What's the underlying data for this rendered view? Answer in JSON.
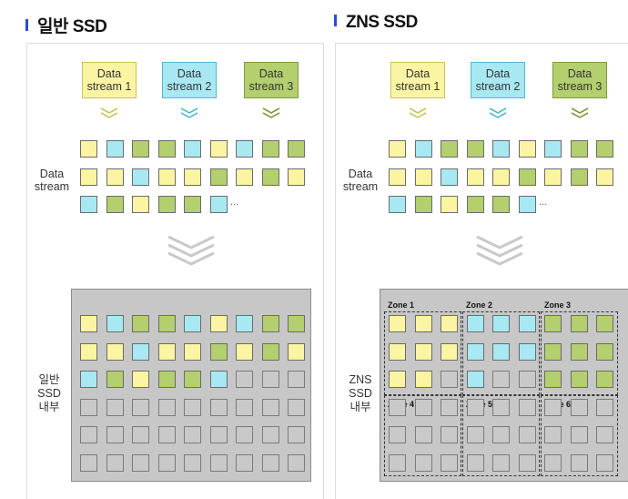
{
  "left": {
    "header": "일반 SSD",
    "streams": [
      "Data stream 1",
      "Data stream 2",
      "Data stream 3"
    ],
    "data_label": "Data stream",
    "internal_label": "일반 SSD 내부",
    "ellipsis": "..."
  },
  "right": {
    "header": "ZNS SSD",
    "streams": [
      "Data stream 1",
      "Data stream 2",
      "Data stream 3"
    ],
    "data_label": "Data stream",
    "internal_label": "ZNS SSD 내부",
    "ellipsis": "...",
    "zones": [
      "Zone 1",
      "Zone 2",
      "Zone 3",
      "Zone 4",
      "Zone 5",
      "Zone 6"
    ]
  },
  "colors": {
    "stream1": "#fbf4a3",
    "stream2": "#a8e8f3",
    "stream3": "#b3cf6e",
    "empty": "#c9c9c9",
    "accent": "#2a4bd7"
  },
  "data_rows": [
    [
      "y",
      "b",
      "g",
      "g",
      "b",
      "y",
      "b",
      "g",
      "g"
    ],
    [
      "y",
      "y",
      "b",
      "y",
      "y",
      "g",
      "y",
      "g",
      "y"
    ],
    [
      "b",
      "g",
      "y",
      "g",
      "g",
      "b"
    ]
  ],
  "left_ssd_rows": [
    [
      "y",
      "b",
      "g",
      "g",
      "b",
      "y",
      "b",
      "g",
      "g"
    ],
    [
      "y",
      "y",
      "b",
      "y",
      "y",
      "g",
      "y",
      "g",
      "y"
    ],
    [
      "b",
      "g",
      "y",
      "g",
      "g",
      "b",
      "e",
      "e",
      "e"
    ],
    [
      "e",
      "e",
      "e",
      "e",
      "e",
      "e",
      "e",
      "e",
      "e"
    ],
    [
      "e",
      "e",
      "e",
      "e",
      "e",
      "e",
      "e",
      "e",
      "e"
    ],
    [
      "e",
      "e",
      "e",
      "e",
      "e",
      "e",
      "e",
      "e",
      "e"
    ]
  ],
  "right_ssd_rows": [
    [
      "y",
      "y",
      "y",
      "b",
      "b",
      "b",
      "g",
      "g",
      "g"
    ],
    [
      "y",
      "y",
      "y",
      "b",
      "b",
      "b",
      "g",
      "g",
      "g"
    ],
    [
      "y",
      "y",
      "e",
      "b",
      "e",
      "e",
      "g",
      "g",
      "g"
    ],
    [
      "e",
      "e",
      "e",
      "e",
      "e",
      "e",
      "e",
      "e",
      "e"
    ],
    [
      "e",
      "e",
      "e",
      "e",
      "e",
      "e",
      "e",
      "e",
      "e"
    ],
    [
      "e",
      "e",
      "e",
      "e",
      "e",
      "e",
      "e",
      "e",
      "e"
    ]
  ]
}
